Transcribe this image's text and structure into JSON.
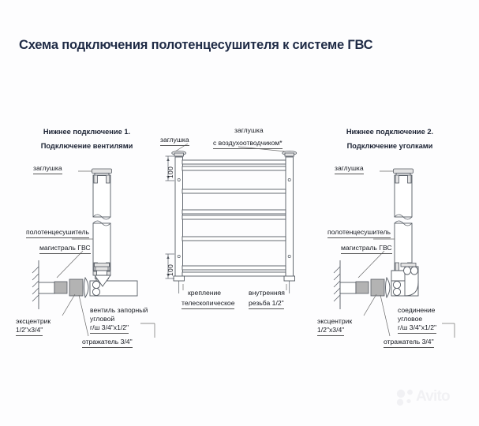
{
  "title": "Схема подключения полотенцесушителя к системе ГВС",
  "panels": {
    "left": {
      "heading_line1": "Нижнее подключение 1.",
      "heading_line2": "Подключение вентилями",
      "labels": {
        "cap": "заглушка",
        "dryer": "полотенцесушитель",
        "main": "магистраль ГВС",
        "eccentric_line1": "эксцентрик",
        "eccentric_line2": "1/2\"х3/4\"",
        "valve_line1": "вентиль запорный",
        "valve_line2": "угловой",
        "valve_line3": "г/ш 3/4\"х1/2\"",
        "reflector": "отражатель 3/4\""
      }
    },
    "center": {
      "labels": {
        "cap": "заглушка",
        "cap_vent_line1": "заглушка",
        "cap_vent_line2": "с воздухоотводчиком*",
        "mount_line1": "крепление",
        "mount_line2": "телескопическое",
        "thread_line1": "внутренняя",
        "thread_line2": "резьба 1/2\""
      },
      "dimension_top": "100",
      "dimension_bottom": "100"
    },
    "right": {
      "heading_line1": "Нижнее подключение 2.",
      "heading_line2": "Подключение уголками",
      "labels": {
        "cap": "заглушка",
        "dryer": "полотенцесушитель",
        "main": "магистраль ГВС",
        "eccentric_line1": "эксцентрик",
        "eccentric_line2": "1/2\"х3/4\"",
        "joint_line1": "соединение",
        "joint_line2": "угловое",
        "joint_line3": "г/ш 3/4\"х1/2\"",
        "reflector": "отражатель 3/4\""
      }
    }
  },
  "watermark": {
    "text": "Avito"
  },
  "colors": {
    "title": "#1f2b46",
    "line": "#555b63",
    "fill_gray": "#b3b3b3",
    "background": "#fdfdfe"
  }
}
